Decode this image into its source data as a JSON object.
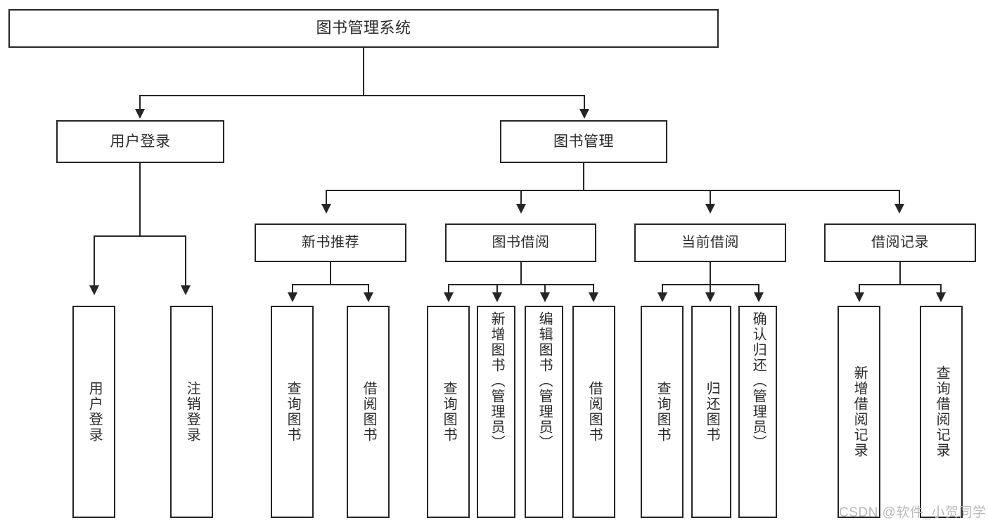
{
  "diagram": {
    "title": "图书管理系统",
    "watermark": "CSDN @软件_小贺同学",
    "colors": {
      "stroke": "#262626",
      "text": "#2b2b2b",
      "background": "#ffffff",
      "watermark": "#b9b9b9"
    },
    "root": {
      "label": "图书管理系统"
    },
    "level2": [
      {
        "label": "用户登录"
      },
      {
        "label": "图书管理"
      }
    ],
    "level3": [
      {
        "label": "新书推荐"
      },
      {
        "label": "图书借阅"
      },
      {
        "label": "当前借阅"
      },
      {
        "label": "借阅记录"
      }
    ],
    "leaves": {
      "user_login": [
        {
          "label": "用户登录"
        },
        {
          "label": "注销登录"
        }
      ],
      "new_book_recommend": [
        {
          "label": "查询图书"
        },
        {
          "label": "借阅图书"
        }
      ],
      "book_borrow": [
        {
          "label": "查询图书"
        },
        {
          "label": "新增图书（管理员）"
        },
        {
          "label": "编辑图书（管理员）"
        },
        {
          "label": "借阅图书"
        }
      ],
      "current_borrow": [
        {
          "label": "查询图书"
        },
        {
          "label": "归还图书"
        },
        {
          "label": "确认归还（管理员）"
        }
      ],
      "borrow_record": [
        {
          "label": "新增借阅记录"
        },
        {
          "label": "查询借阅记录"
        }
      ]
    }
  }
}
